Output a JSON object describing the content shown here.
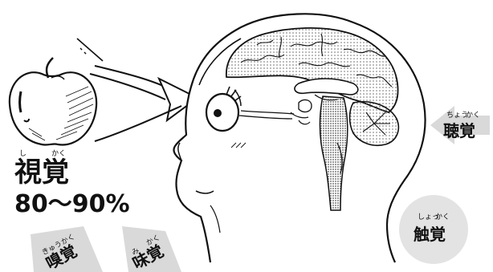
{
  "labels": {
    "sight": {
      "ruby_left": "し",
      "ruby_right": "かく",
      "text": "視覚",
      "percent": "80〜90%"
    },
    "hearing": {
      "ruby_left": "ちょう",
      "ruby_right": "かく",
      "text": "聴覚"
    },
    "touch": {
      "ruby_left": "しょっ",
      "ruby_right": "かく",
      "text": "触覚"
    },
    "smell": {
      "ruby_left": "きゅう",
      "ruby_right": "かく",
      "text": "嗅覚"
    },
    "taste": {
      "ruby_left": "み",
      "ruby_right": "かく",
      "text": "味覚"
    }
  },
  "colors": {
    "ink": "#111111",
    "arrow_fill": "#d9d9d9",
    "circle_fill": "#e3e3e3",
    "dots": "#6e6e6e"
  },
  "icons": {
    "apple": "apple-icon",
    "head": "head-illustration",
    "brain": "brain-illustration"
  }
}
